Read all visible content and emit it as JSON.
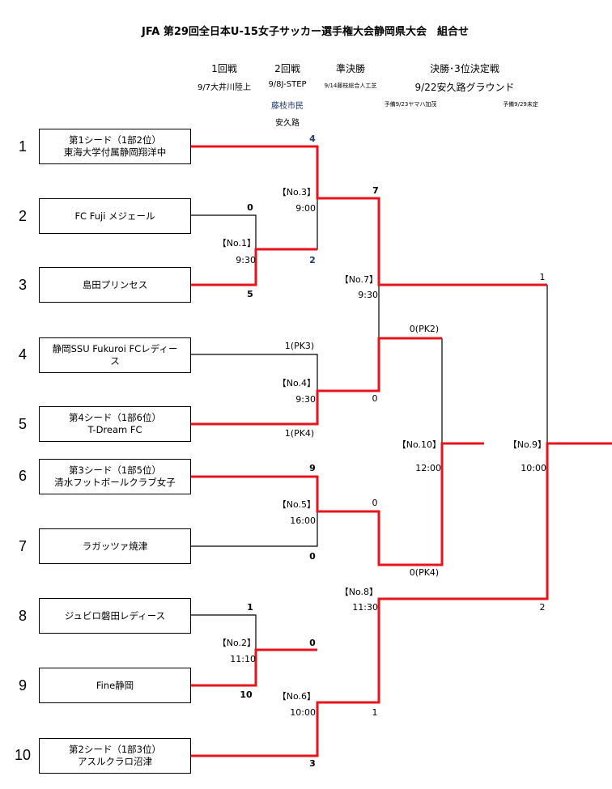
{
  "title": "JFA 第29回全日本U-15女子サッカー選手権大会静岡県大会　組合せ",
  "rounds": {
    "r1": {
      "label": "1回戦",
      "date": "9/7大井川陸上"
    },
    "r2": {
      "label": "2回戦",
      "date": "9/8J-STEP",
      "venue2": "藤枝市民",
      "venue3": "安久路"
    },
    "sf": {
      "label": "準決勝",
      "date": "9/14藤枝総合人工芝"
    },
    "fin": {
      "label": "決勝･3位決定戦",
      "date": "9/22安久路グラウンド",
      "reserve1": "予備9/23ヤマハ加茂",
      "reserve2": "予備9/29未定"
    }
  },
  "teams": [
    {
      "seed": "1",
      "name": "第1シード（1部2位）\n東海大学付属静岡翔洋中"
    },
    {
      "seed": "2",
      "name": "FC Fuji メジェール"
    },
    {
      "seed": "3",
      "name": "島田プリンセス"
    },
    {
      "seed": "4",
      "name": "静岡SSU Fukuroi FCレディー\nス"
    },
    {
      "seed": "5",
      "name": "第4シード（1部6位）\nT-Dream FC"
    },
    {
      "seed": "6",
      "name": "第3シード（1部5位）\n清水フットボールクラブ女子"
    },
    {
      "seed": "7",
      "name": "ラガッツァ焼津"
    },
    {
      "seed": "8",
      "name": "ジュビロ磐田レディース"
    },
    {
      "seed": "9",
      "name": "Fine静岡"
    },
    {
      "seed": "10",
      "name": "第2シード（1部3位）\nアスルクラロ沼津"
    }
  ],
  "matches": {
    "m1": {
      "no": "【No.1】",
      "time": "9:30"
    },
    "m2": {
      "no": "【No.2】",
      "time": "11:10"
    },
    "m3": {
      "no": "【No.3】",
      "time": "9:00"
    },
    "m4": {
      "no": "【No.4】",
      "time": "9:30"
    },
    "m5": {
      "no": "【No.5】",
      "time": "16:00"
    },
    "m6": {
      "no": "【No.6】",
      "time": "10:00"
    },
    "m7": {
      "no": "【No.7】",
      "time": "9:30"
    },
    "m8": {
      "no": "【No.8】",
      "time": "11:30"
    },
    "m9": {
      "no": "【No.9】",
      "time": "10:00"
    },
    "m10": {
      "no": "【No.10】",
      "time": "12:00"
    }
  },
  "scores": {
    "t1": "4",
    "m1_top": "0",
    "m1_bot": "5",
    "m3_bot": "2",
    "m4_top": "1(PK3)",
    "m4_bot": "1(PK4)",
    "m5_top": "9",
    "m5_bot": "0",
    "m2_top": "1",
    "m2_bot": "10",
    "m6_top": "0",
    "t10": "3",
    "m7_top": "7",
    "m7_bot": "0",
    "m8_top": "0",
    "m8_bot": "1",
    "m10_top": "0(PK2)",
    "m10_bot": "0(PK4)",
    "m9_top": "1",
    "m9_bot": "2"
  },
  "colors": {
    "winner": "#e8141b",
    "line": "#000000",
    "accent": "#1f3a78"
  }
}
